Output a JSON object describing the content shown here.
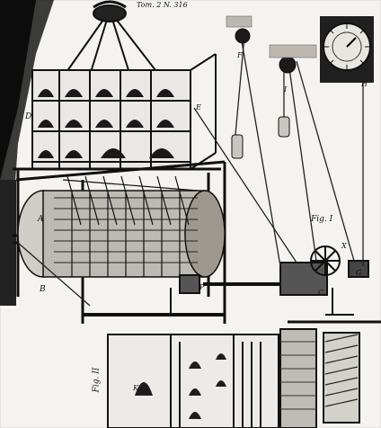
{
  "plate": {
    "header_text": "Tom. 2 N. 316",
    "fig_labels": {
      "fig1": "Fig. I",
      "fig2": "Fig. II"
    },
    "letters": {
      "a": "A",
      "b": "B",
      "c": "C",
      "d": "D",
      "e": "E",
      "f": "F",
      "g": "G",
      "h": "H",
      "i": "I",
      "k": "K",
      "p": "P",
      "x": "X"
    }
  }
}
